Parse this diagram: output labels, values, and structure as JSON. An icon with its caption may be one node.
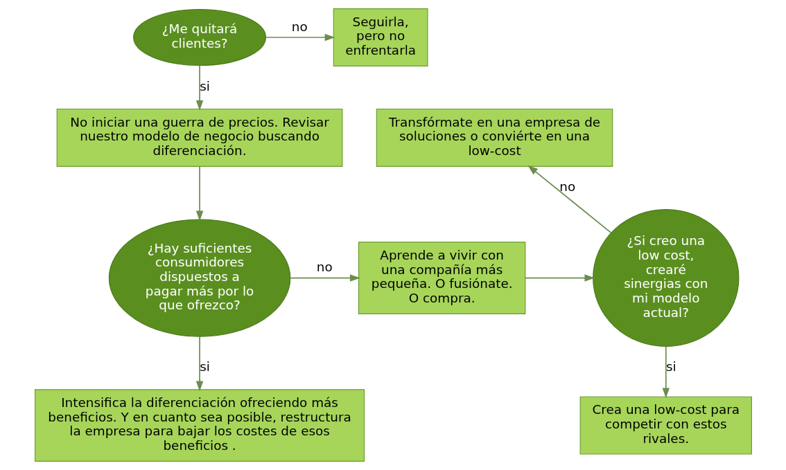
{
  "diagram": {
    "nodes": [
      {
        "text": [
          "¿Me quitará clientes?"
        ]
      },
      {
        "text": [
          "Seguirla, pero no enfrentarla"
        ]
      },
      {
        "text": [
          "No iniciar una guerra de precios. Revisar nuestro modelo de negocio buscando diferenciación."
        ]
      },
      {
        "text": [
          "¿Hay suficientes consumidores dispuestos a pagar más por lo que ofrezco?"
        ]
      },
      {
        "text": [
          "Aprende a vivir con una compañía más pequeña. O fusiónate. O compra."
        ]
      },
      {
        "text": [
          "Transfórmate en una empresa de soluciones o conviérte en una low-cost"
        ]
      },
      {
        "text": [
          "¿Si creo una low cost, crearé sinergias con mi modelo actual?"
        ]
      },
      {
        "text": [
          "Intensifica la diferenciación ofreciendo más beneficios. Y en cuanto sea posible, restructura la empresa para bajar los costes de esos beneficios ."
        ]
      },
      {
        "text": [
          "Crea una low-cost para competir con estos rivales."
        ]
      }
    ],
    "edges": [
      {
        "from": 0,
        "to": 1,
        "arrow": "to",
        "label": "no"
      },
      {
        "from": 0,
        "to": 2,
        "arrow": "to",
        "label": "si"
      },
      {
        "from": 2,
        "to": 3,
        "arrow": "to"
      },
      {
        "from": 3,
        "to": 4,
        "arrow": "to",
        "label": "no"
      },
      {
        "from": 3,
        "to": 7,
        "arrow": "to",
        "label": "si"
      },
      {
        "from": 4,
        "to": 6,
        "arrow": "to"
      },
      {
        "from": 6,
        "to": 5,
        "arrow": "to",
        "label": "no"
      },
      {
        "from": 6,
        "to": 8,
        "arrow": "to",
        "label": "si"
      }
    ]
  }
}
